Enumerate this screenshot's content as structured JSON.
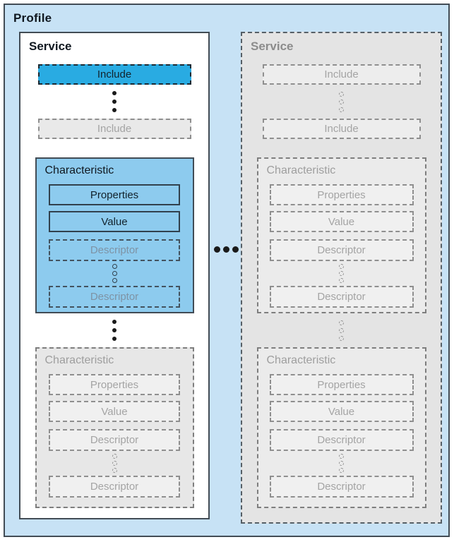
{
  "profile": {
    "label": "Profile"
  },
  "services": [
    {
      "label": "Service",
      "state": "active",
      "includes": [
        {
          "label": "Include",
          "state": "active"
        },
        {
          "label": "Include",
          "state": "ghost"
        }
      ],
      "characteristics": [
        {
          "label": "Characteristic",
          "state": "active",
          "properties_label": "Properties",
          "value_label": "Value",
          "descriptors": [
            "Descriptor",
            "Descriptor"
          ]
        },
        {
          "label": "Characteristic",
          "state": "ghost",
          "properties_label": "Properties",
          "value_label": "Value",
          "descriptors": [
            "Descriptor",
            "Descriptor"
          ]
        }
      ]
    },
    {
      "label": "Service",
      "state": "ghost",
      "includes": [
        {
          "label": "Include",
          "state": "ghost"
        },
        {
          "label": "Include",
          "state": "ghost"
        }
      ],
      "characteristics": [
        {
          "label": "Characteristic",
          "state": "ghost",
          "properties_label": "Properties",
          "value_label": "Value",
          "descriptors": [
            "Descriptor",
            "Descriptor"
          ]
        },
        {
          "label": "Characteristic",
          "state": "ghost",
          "properties_label": "Properties",
          "value_label": "Value",
          "descriptors": [
            "Descriptor",
            "Descriptor"
          ]
        }
      ]
    }
  ],
  "colors": {
    "profile_bg": "#C7E2F5",
    "outline_dark": "#424C55",
    "include_active_bg": "#29ABE2",
    "characteristic_active_bg": "#8DCBEE",
    "ghost_fill": "#E4E4E4",
    "ghost_fill_light": "#EDEDED",
    "ghost_border": "#8A8A8A",
    "ghost_text": "#A0A0A0",
    "muted_text_on_blue": "#7E93A5",
    "text_dark": "#1A1A1A"
  }
}
